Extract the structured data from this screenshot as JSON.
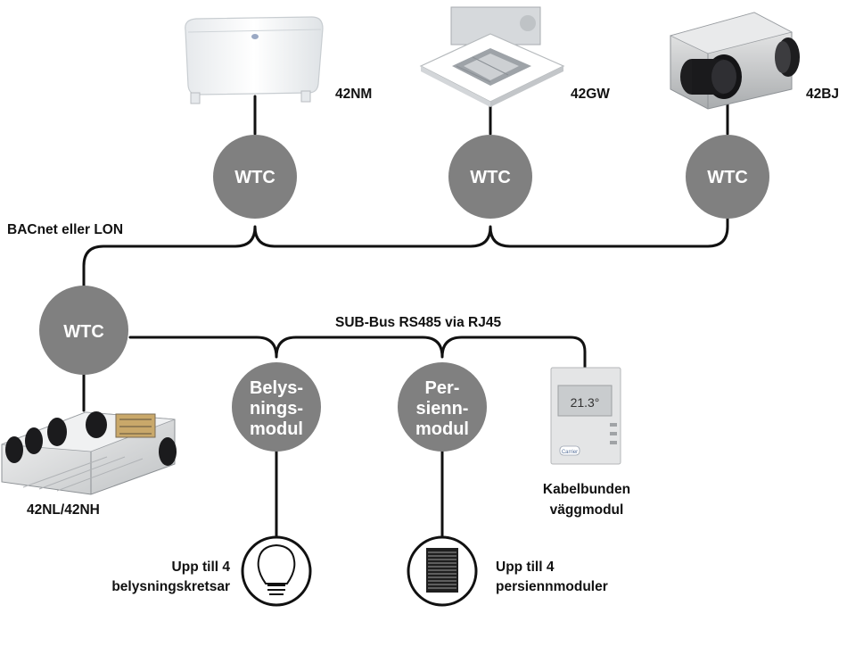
{
  "colors": {
    "node": "#808080",
    "wire": "#111111",
    "text": "#111111"
  },
  "devices": {
    "fan_coil": {
      "name": "42NM",
      "icon": "floor-fan-coil-icon"
    },
    "cassette": {
      "name": "42GW",
      "icon": "ceiling-cassette-icon"
    },
    "duct": {
      "name": "42BJ",
      "icon": "ducted-unit-icon"
    },
    "ceiling_unit": {
      "name": "42NL/42NH",
      "icon": "ceiling-ducted-unit-icon"
    }
  },
  "nodes": {
    "wtc_1": "WTC",
    "wtc_2": "WTC",
    "wtc_3": "WTC",
    "wtc_main": "WTC",
    "lighting": {
      "line1": "Belys-",
      "line2": "nings-",
      "line3": "modul"
    },
    "blind": {
      "line1": "Per-",
      "line2": "sienn-",
      "line3": "modul"
    }
  },
  "buses": {
    "bacnet": "BACnet eller LON",
    "subbus": "SUB-Bus RS485 via RJ45"
  },
  "wall_module": {
    "line1": "Kabelbunden",
    "line2": "väggmodul",
    "display": "21.3°",
    "brand": "Carrier",
    "icon": "wall-thermostat-icon"
  },
  "lighting_circuits": {
    "line1": "Upp till 4",
    "line2": "belysningskretsar",
    "icon": "light-bulb-icon"
  },
  "blind_modules": {
    "line1": "Upp till 4",
    "line2": "persiennmoduler",
    "icon": "window-blind-icon"
  }
}
